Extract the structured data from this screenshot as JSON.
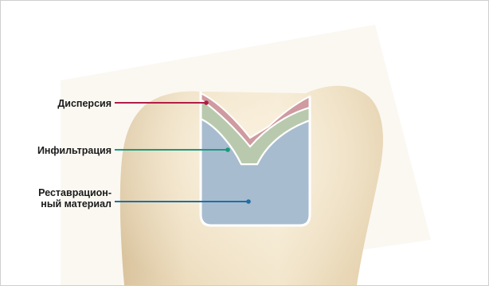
{
  "labels": {
    "dispersion": "Дисперсия",
    "infiltration": "Инфильтрация",
    "restoration_line1": "Реставрацион-",
    "restoration_line2": "ный материал"
  },
  "colors": {
    "dispersion": "#b01e45",
    "infiltration": "#1a9a7d",
    "restoration": "#1e6fa6",
    "tooth": "#ead9b8",
    "dispersion_zone": "#cf9aa0",
    "infiltration_zone": "#b9c9ad",
    "restoration_zone": "#a8bccf"
  },
  "icons": {
    "tooth": "tooth-cross-section-icon"
  }
}
